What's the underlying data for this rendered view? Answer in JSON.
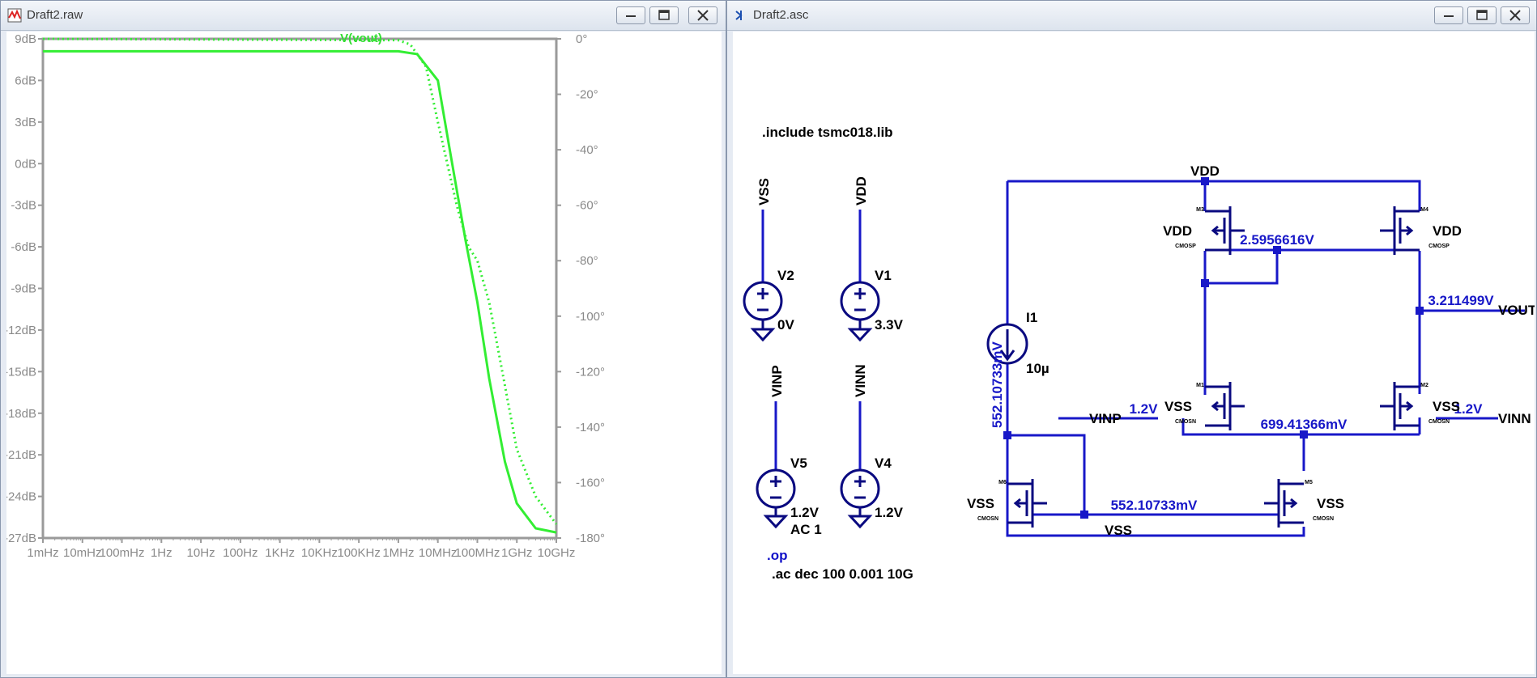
{
  "plot_window": {
    "title": "Draft2.raw",
    "trace_label": "V(vout)"
  },
  "schematic_window": {
    "title": "Draft2.asc",
    "include_directive": ".include tsmc018.lib",
    "op_directive": ".op",
    "ac_directive": ".ac dec 100 0.001 10G",
    "nets": {
      "vss": "VSS",
      "vdd": "VDD",
      "vinp": "VINP",
      "vinn": "VINN",
      "vout": "VOUT"
    },
    "sources": [
      {
        "name": "V2",
        "value": "0V",
        "node": "VSS"
      },
      {
        "name": "V1",
        "value": "3.3V",
        "node": "VDD"
      },
      {
        "name": "V5",
        "value": "1.2V",
        "ac": "AC 1",
        "node": "VINP"
      },
      {
        "name": "V4",
        "value": "1.2V",
        "node": "VINN"
      }
    ],
    "current_source": {
      "name": "I1",
      "value": "10µ"
    },
    "transistors": [
      {
        "name": "M3",
        "model": "CMOSP",
        "body": "VDD"
      },
      {
        "name": "M4",
        "model": "CMOSP",
        "body": "VDD"
      },
      {
        "name": "M1",
        "model": "CMOSN",
        "body": "VSS"
      },
      {
        "name": "M2",
        "model": "CMOSN",
        "body": "VSS"
      },
      {
        "name": "M6",
        "model": "CMOSN",
        "body": "VSS"
      },
      {
        "name": "M5",
        "model": "CMOSN",
        "body": "VSS"
      }
    ],
    "op_labels": {
      "mirror_node": "2.5956616V",
      "vout_node": "3.211499V",
      "vinp_gate": "1.2V",
      "vinn_gate": "1.2V",
      "tail_node": "699.41366mV",
      "bias_node": "552.10733mV",
      "bias_node_vertical": "552.10733mV"
    }
  },
  "chart_data": {
    "type": "line",
    "title": "V(vout)",
    "xscale": "log",
    "xlim": [
      0.001,
      10000000000
    ],
    "x_tick_labels": [
      "1mHz",
      "10mHz",
      "100mHz",
      "1Hz",
      "10Hz",
      "100Hz",
      "1KHz",
      "10KHz",
      "100KHz",
      "1MHz",
      "10MHz",
      "100MHz",
      "1GHz",
      "10GHz"
    ],
    "ylim_left": [
      -27,
      9
    ],
    "y_left_tick_labels": [
      "9dB",
      "6dB",
      "3dB",
      "0dB",
      "-3dB",
      "-6dB",
      "-9dB",
      "-12dB",
      "-15dB",
      "-18dB",
      "-21dB",
      "-24dB",
      "-27dB"
    ],
    "ylim_right": [
      -180,
      0
    ],
    "y_right_tick_labels": [
      "0°",
      "-20°",
      "-40°",
      "-60°",
      "-80°",
      "-100°",
      "-120°",
      "-140°",
      "-160°",
      "-180°"
    ],
    "color": "#33ee33",
    "grid": false,
    "series": [
      {
        "name": "V(vout)",
        "axis": "left",
        "style": "solid",
        "x": [
          0.001,
          1000000,
          3000000,
          10000000,
          20000000,
          50000000,
          100000000,
          200000000,
          500000000,
          1000000000,
          3000000000,
          10000000000
        ],
        "values": [
          8.1,
          8.1,
          7.9,
          6.0,
          1.0,
          -5.5,
          -10.0,
          -15.5,
          -21.5,
          -24.5,
          -26.3,
          -26.6
        ]
      },
      {
        "name": "V(vout) phase",
        "axis": "right",
        "style": "dotted",
        "x": [
          0.001,
          1000000,
          2000000,
          5000000,
          10000000,
          30000000,
          60000000,
          100000000,
          200000000,
          500000000,
          1000000000,
          3000000000,
          10000000000
        ],
        "values": [
          0,
          -0.5,
          -2,
          -10,
          -30,
          -60,
          -75,
          -80,
          -95,
          -125,
          -148,
          -165,
          -175
        ]
      }
    ]
  }
}
